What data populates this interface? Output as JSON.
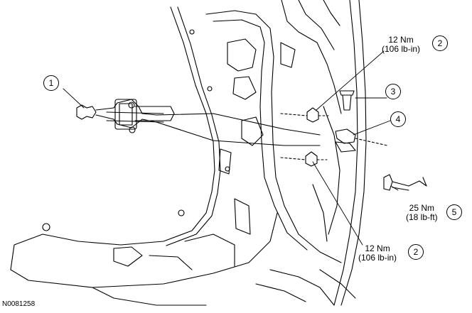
{
  "callouts": [
    {
      "id": "c1",
      "number": "1"
    },
    {
      "id": "c2a",
      "number": "2"
    },
    {
      "id": "c3",
      "number": "3"
    },
    {
      "id": "c4",
      "number": "4"
    },
    {
      "id": "c5",
      "number": "5"
    },
    {
      "id": "c2b",
      "number": "2"
    }
  ],
  "torque_specs": {
    "top": {
      "metric": "12 Nm",
      "imperial": "(106 lb-in)"
    },
    "mid": {
      "metric": "25 Nm",
      "imperial": "(18 lb-ft)"
    },
    "bottom": {
      "metric": "12 Nm",
      "imperial": "(106 lb-in)"
    }
  },
  "figure_id": "N0081258",
  "colors": {
    "line": "#000000",
    "background": "#ffffff"
  }
}
